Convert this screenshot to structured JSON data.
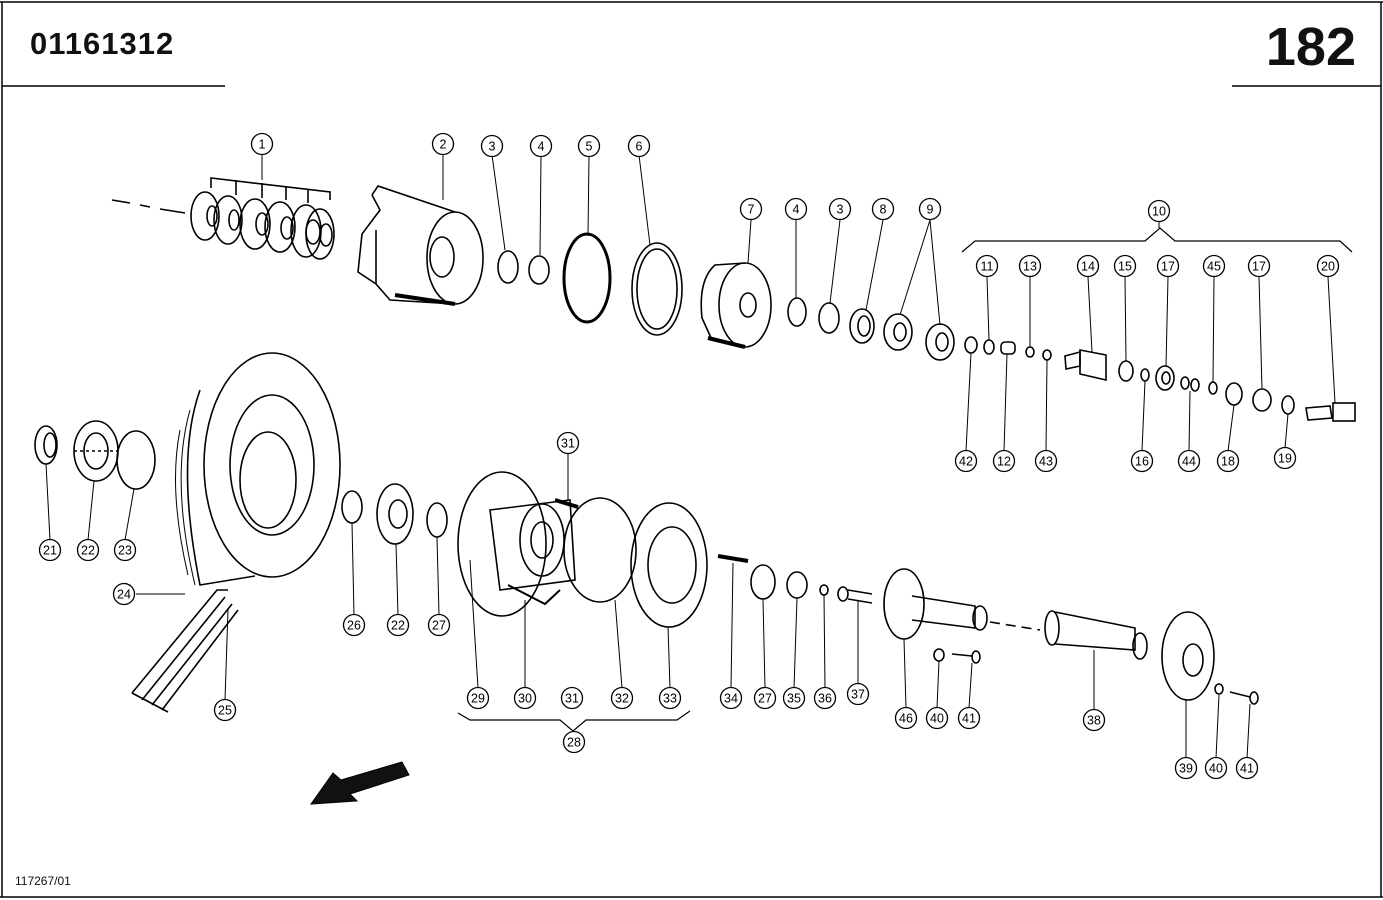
{
  "header": {
    "part_number": "01161312",
    "page_number": "182"
  },
  "footer": {
    "drawing_ref": "117267/01"
  },
  "callouts": [
    "1",
    "2",
    "3",
    "4",
    "5",
    "6",
    "7",
    "4",
    "3",
    "8",
    "9",
    "10",
    "11",
    "13",
    "14",
    "15",
    "17",
    "45",
    "17",
    "20",
    "42",
    "12",
    "43",
    "16",
    "44",
    "18",
    "19",
    "31",
    "21",
    "22",
    "23",
    "24",
    "25",
    "26",
    "22",
    "27",
    "29",
    "30",
    "31",
    "32",
    "33",
    "28",
    "34",
    "27",
    "35",
    "36",
    "37",
    "46",
    "40",
    "41",
    "38",
    "39",
    "40",
    "41"
  ]
}
